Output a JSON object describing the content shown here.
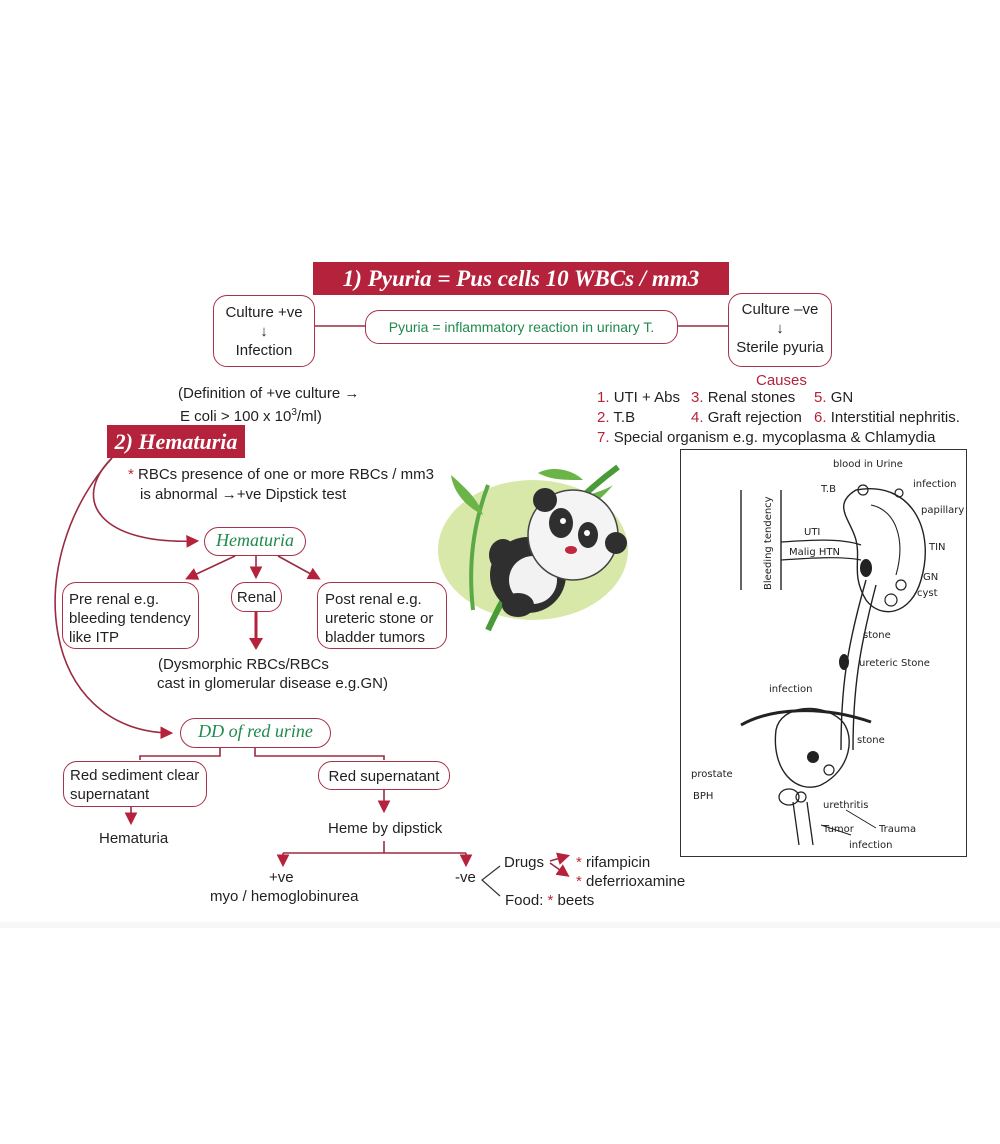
{
  "section1": {
    "title": "1) Pyuria = Pus cells    10 WBCs / mm3",
    "culture_pos": "Culture +ve",
    "down_arrow": "↓",
    "infection": "Infection",
    "center_text": "Pyuria = inflammatory reaction in urinary T.",
    "culture_neg": "Culture –ve",
    "sterile": "Sterile pyuria",
    "definition_line1": "(Definition of +ve culture →",
    "definition_line2_a": "E coli > 100 x 10",
    "definition_sup": "3",
    "definition_line2_b": "/ml)",
    "causes_title": "Causes",
    "causes": [
      {
        "num": "1.",
        "text": "UTI + Abs"
      },
      {
        "num": "3.",
        "text": "Renal stones"
      },
      {
        "num": "5.",
        "text": "GN"
      },
      {
        "num": "2.",
        "text": "T.B"
      },
      {
        "num": "4.",
        "text": "Graft rejection"
      },
      {
        "num": "6.",
        "text": "Interstitial nephritis."
      },
      {
        "num": "7.",
        "text": "Special organism e.g. mycoplasma & Chlamydia"
      }
    ]
  },
  "section2": {
    "title": "2) Hematuria",
    "star": "*",
    "rbc_line1": "RBCs presence of one or more RBCs / mm3",
    "rbc_line2": "is abnormal →+ve Dipstick test",
    "hematuria_node": "Hematuria",
    "prerenal": [
      "Pre renal e.g.",
      "bleeding tendency",
      "like ITP"
    ],
    "renal": "Renal",
    "postrenal": [
      "Post renal e.g.",
      "ureteric stone or",
      "bladder tumors"
    ],
    "dysmorphic": [
      "(Dysmorphic RBCs/RBCs",
      "cast in glomerular disease e.g.GN)"
    ],
    "dd_node": "DD of red urine",
    "red_sediment": [
      "Red sediment clear",
      "supernatant"
    ],
    "hematuria_leaf": "Hematuria",
    "red_supernatant": "Red supernatant",
    "heme_dipstick": "Heme by dipstick",
    "pos": "+ve",
    "myo": "myo / hemoglobinurea",
    "neg": "-ve",
    "drugs": "Drugs",
    "rifampicin": "rifampicin",
    "deferrioxamine": "deferrioxamine",
    "food": "Food:",
    "beets": "beets"
  },
  "sketch": {
    "labels": [
      "blood in Urine",
      "T.B",
      "infection",
      "papillary necrosis",
      "UTI",
      "TIN",
      "Bleeding tendency",
      "Malig HTN",
      "GN",
      "cyst",
      "stone",
      "ureteric Stone",
      "infection",
      "stone",
      "prostate",
      "BPH",
      "urethritis",
      "Tumor",
      "Trauma",
      "infection"
    ]
  },
  "colors": {
    "accent": "#b5223b",
    "green": "#1f8a4c",
    "border": "#a8324a"
  }
}
